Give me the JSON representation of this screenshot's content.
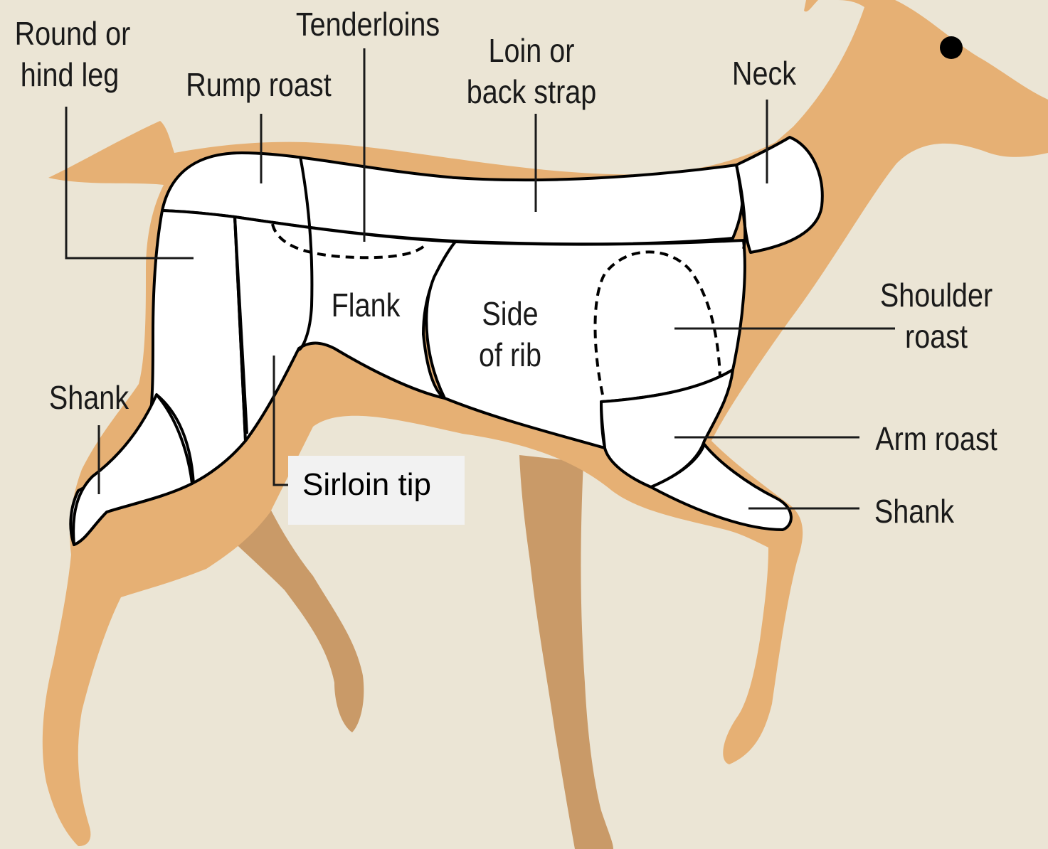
{
  "colors": {
    "background": "#ebe5d5",
    "deer_body": "#e6b074",
    "deer_legs": "#c99a68",
    "cuts": "#ffffff",
    "outline": "#000000",
    "callout_bg": "#f2f2f2"
  },
  "labels": {
    "round_hind_leg": [
      "Round or",
      "hind leg"
    ],
    "rump_roast": "Rump roast",
    "tenderloins": "Tenderloins",
    "loin_back_strap": [
      "Loin or",
      "back strap"
    ],
    "neck": "Neck",
    "flank": "Flank",
    "side_of_rib": [
      "Side",
      "of rib"
    ],
    "shoulder_roast": [
      "Shoulder",
      "roast"
    ],
    "shank_rear": "Shank",
    "arm_roast": "Arm roast",
    "shank_front": "Shank",
    "sirloin_tip": "Sirloin tip"
  }
}
